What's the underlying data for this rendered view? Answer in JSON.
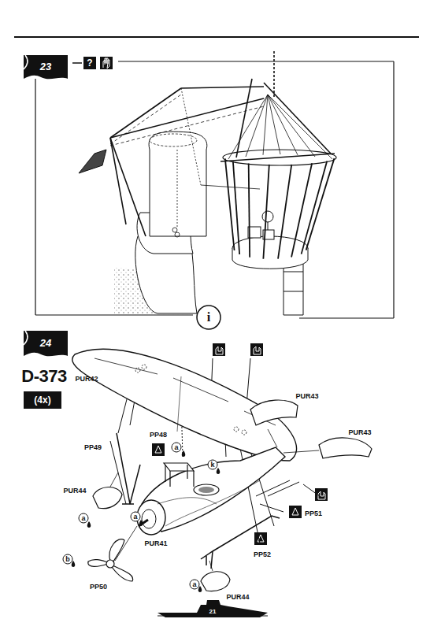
{
  "diagram": {
    "labels": [
      "23",
      "?",
      "24",
      "D-373",
      "(4x)",
      "PUR42",
      "PUR43",
      "PUR43",
      "PP48",
      "PP49",
      "a",
      "k",
      "PUR44",
      "a",
      "PUR41",
      "a",
      "b",
      "PP50",
      "PP51",
      "PP52",
      "a",
      "PUR44",
      "i",
      "21"
    ]
  }
}
